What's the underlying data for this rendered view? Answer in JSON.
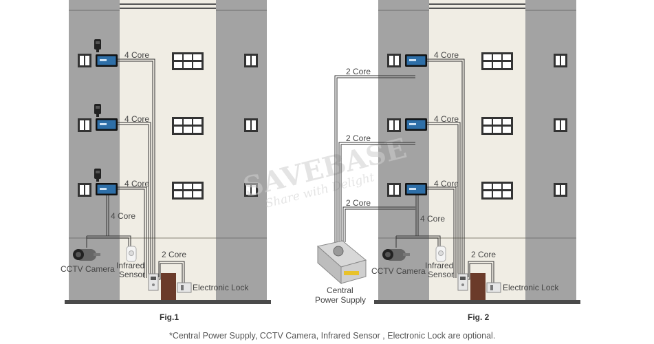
{
  "colors": {
    "side_wall": "#a3a3a3",
    "center_wall": "#f0ede4",
    "ground": "#4a4a4a",
    "window": "#333333",
    "wire": "#333333",
    "door": "#6b3b2a"
  },
  "fig1": {
    "caption": "Fig.1",
    "core_labels": [
      "4 Core",
      "4 Core",
      "4 Core"
    ],
    "vertical_core_label": "4 Core",
    "lock_core_label": "2 Core",
    "camera_label": "CCTV Camera",
    "sensor_label_line1": "Infrared",
    "sensor_label_line2": "Sensor",
    "lock_label": "Electronic Lock"
  },
  "fig2": {
    "caption": "Fig. 2",
    "core_labels": [
      "4 Core",
      "4 Core",
      "4 Core"
    ],
    "power_core_labels": [
      "2 Core",
      "2 Core",
      "2 Core"
    ],
    "vertical_core_label": "4 Core",
    "lock_core_label": "2 Core",
    "camera_label": "CCTV Camera",
    "sensor_label_line1": "Infrared",
    "sensor_label_line2": "Sensor",
    "lock_label": "Electronic Lock",
    "power_label_line1": "Central",
    "power_label_line2": "Power Supply"
  },
  "watermark": {
    "brand": "SAVEBASE",
    "tagline": "Share with Delight"
  },
  "footnote": "*Central Power Supply, CCTV Camera, Infrared Sensor , Electronic Lock are optional."
}
